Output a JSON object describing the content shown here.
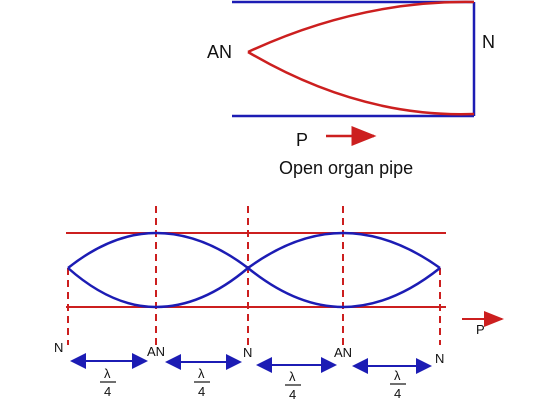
{
  "colors": {
    "pipe_wall": "#1c1cb4",
    "wave": "#cc1f1f",
    "node_line": "#cc1f1f",
    "arrow_blue": "#1c1cb4",
    "text": "#111111"
  },
  "top_diagram": {
    "left_label": "AN",
    "right_label": "N",
    "pressure_label": "P",
    "caption": "Open organ pipe"
  },
  "bottom_diagram": {
    "pressure_label": "P",
    "node_labels": [
      "N",
      "AN",
      "N",
      "AN",
      "N"
    ],
    "segment_fraction": {
      "numerator": "λ",
      "denominator": "4"
    }
  }
}
